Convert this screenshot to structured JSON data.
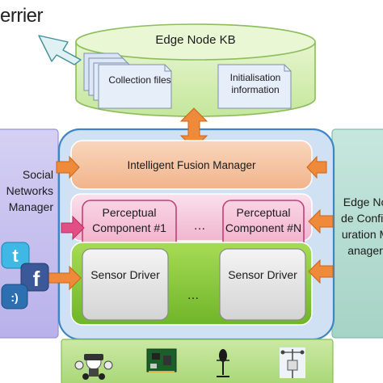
{
  "corner": {
    "text": "errier"
  },
  "kb": {
    "title": "Edge Node KB",
    "collection_files": "Collection files",
    "init_info": "Initialisation information"
  },
  "fusion": {
    "label": "Intelligent Fusion Manager"
  },
  "perceptual": {
    "first": "Perceptual Component #1",
    "ellipsis": "…",
    "last": "Perceptual Component #N"
  },
  "sensor": {
    "first": "Sensor Driver",
    "ellipsis": "…",
    "last": "Sensor Driver"
  },
  "social": {
    "label": "Social Networks Manager",
    "icons": [
      "twitter-icon",
      "facebook-icon",
      "tuenti-icon"
    ]
  },
  "config": {
    "label": "Edge Node Configuration Manager"
  },
  "devices": {
    "icons": [
      "robot-icon",
      "circuit-board-icon",
      "microphone-icon",
      "weather-station-icon"
    ]
  },
  "colors": {
    "kb_fill": "#d6efb4",
    "kb_stroke": "#8cbd5a",
    "side_left": "#c9c3ef",
    "side_right": "#b7ddd2",
    "core": "#cfe1f3",
    "fusion": "#f6c9a8",
    "perceptual_band": "#f6cde0",
    "sensor_band": "#8dcd3a",
    "arrow_orange": "#ef8a3a",
    "arrow_pink": "#e24e86",
    "arrow_white_fill": "#dff1f2"
  }
}
